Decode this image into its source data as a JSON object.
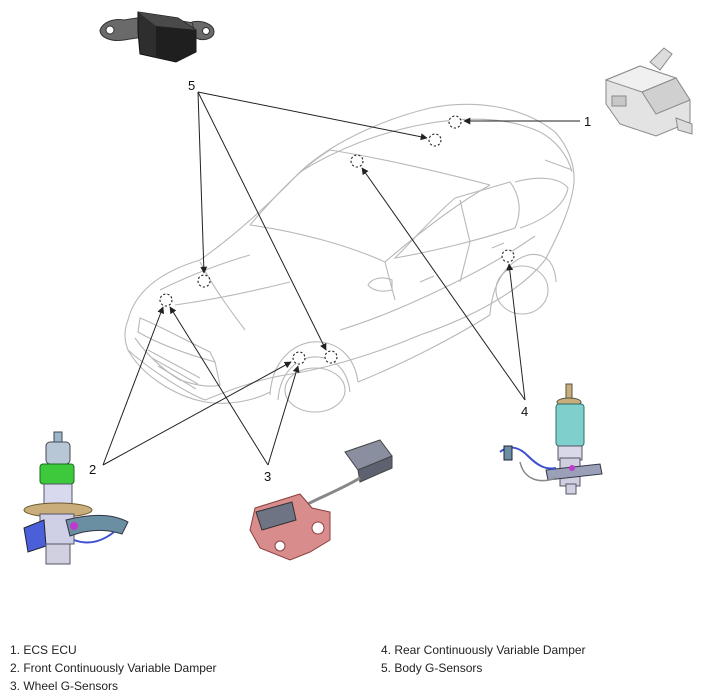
{
  "callouts": [
    "1",
    "2",
    "3",
    "4",
    "5"
  ],
  "legend": {
    "left": [
      "1. ECS ECU",
      "2. Front Continuously Variable Damper",
      "3. Wheel G-Sensors"
    ],
    "right": [
      "4. Rear Continuously Variable Damper",
      "5. Body G-Sensors"
    ]
  },
  "colors": {
    "line": "#222222",
    "car_outline": "#b8b8b8",
    "damper_rear_teal": "#7fd0cc",
    "damper_front_green": "#3cc93c",
    "spring_seat_tan": "#c9ad7a",
    "bracket_pink": "#d98c8c",
    "cable_blue": "#3b4fd1",
    "cable_magenta": "#c03ad0"
  }
}
